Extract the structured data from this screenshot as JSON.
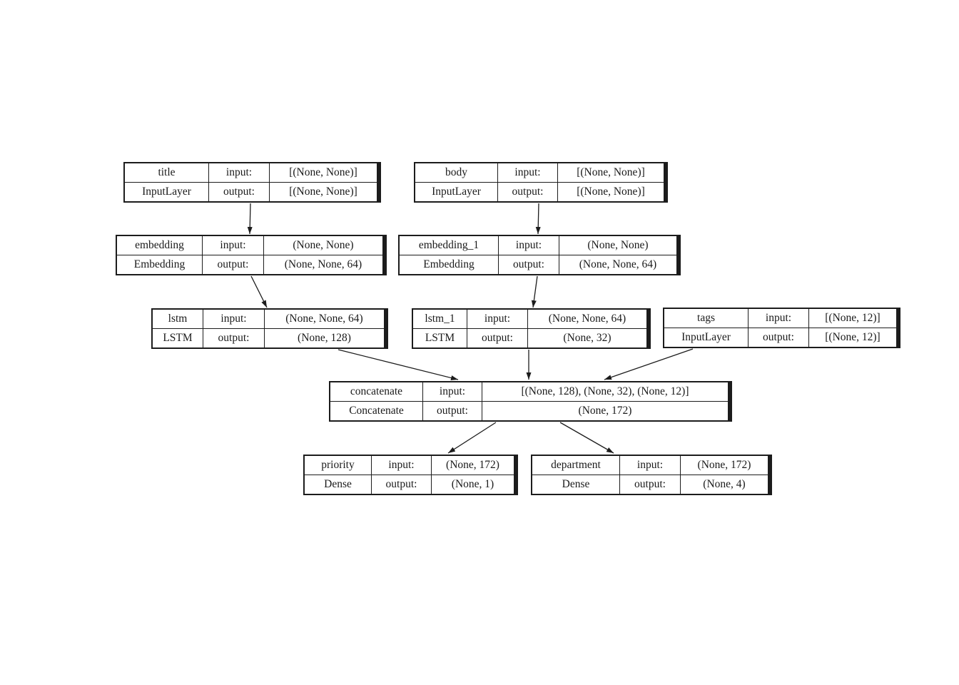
{
  "diagram": {
    "background": "#ffffff",
    "line_color": "#1c1c1c",
    "labels": {
      "input": "input:",
      "output": "output:"
    },
    "nodes": {
      "title": {
        "name": "title",
        "type": "InputLayer",
        "input": "[(None, None)]",
        "output": "[(None, None)]"
      },
      "body": {
        "name": "body",
        "type": "InputLayer",
        "input": "[(None, None)]",
        "output": "[(None, None)]"
      },
      "embedding": {
        "name": "embedding",
        "type": "Embedding",
        "input": "(None, None)",
        "output": "(None, None, 64)"
      },
      "embedding_1": {
        "name": "embedding_1",
        "type": "Embedding",
        "input": "(None, None)",
        "output": "(None, None, 64)"
      },
      "lstm": {
        "name": "lstm",
        "type": "LSTM",
        "input": "(None, None, 64)",
        "output": "(None, 128)"
      },
      "lstm_1": {
        "name": "lstm_1",
        "type": "LSTM",
        "input": "(None, None, 64)",
        "output": "(None, 32)"
      },
      "tags": {
        "name": "tags",
        "type": "InputLayer",
        "input": "[(None, 12)]",
        "output": "[(None, 12)]"
      },
      "concatenate": {
        "name": "concatenate",
        "type": "Concatenate",
        "input": "[(None, 128), (None, 32), (None, 12)]",
        "output": "(None, 172)"
      },
      "priority": {
        "name": "priority",
        "type": "Dense",
        "input": "(None, 172)",
        "output": "(None, 1)"
      },
      "department": {
        "name": "department",
        "type": "Dense",
        "input": "(None, 172)",
        "output": "(None, 4)"
      }
    },
    "edges": [
      {
        "from": "title",
        "to": "embedding"
      },
      {
        "from": "body",
        "to": "embedding_1"
      },
      {
        "from": "embedding",
        "to": "lstm"
      },
      {
        "from": "embedding_1",
        "to": "lstm_1"
      },
      {
        "from": "lstm",
        "to": "concatenate"
      },
      {
        "from": "lstm_1",
        "to": "concatenate"
      },
      {
        "from": "tags",
        "to": "concatenate"
      },
      {
        "from": "concatenate",
        "to": "priority"
      },
      {
        "from": "concatenate",
        "to": "department"
      }
    ]
  }
}
